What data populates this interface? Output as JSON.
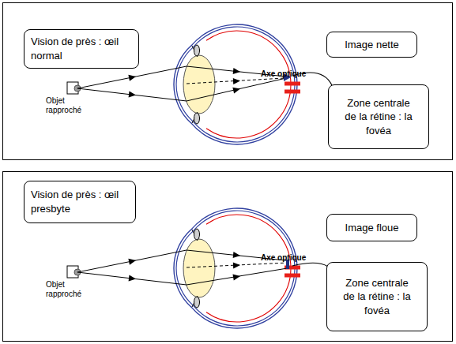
{
  "diagram": {
    "nodes": [
      {
        "text": [
          "Vision de près : œil normal"
        ]
      },
      {
        "text": [
          "Image nette"
        ]
      },
      {
        "text": [
          "Zone centrale de la rétine : la fovéa"
        ]
      },
      {
        "text": [
          "Vision de près : œil presbyte"
        ]
      },
      {
        "text": [
          "Image floue"
        ]
      },
      {
        "text": [
          "Zone centrale de la rétine : la fovéa"
        ]
      }
    ],
    "labels": [
      "Objet rapproché",
      "Axe optique",
      "Objet rapproché",
      "Axe optique"
    ]
  }
}
